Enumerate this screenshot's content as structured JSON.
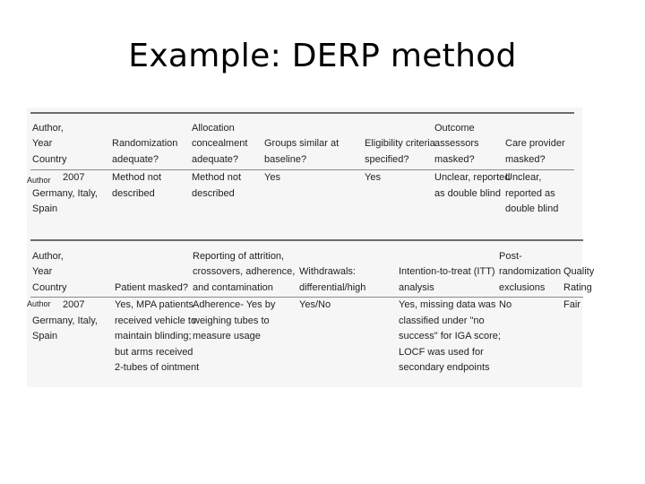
{
  "slide": {
    "title": "Example: DERP method"
  },
  "table1": {
    "headers": [
      [
        "Author,",
        "Year",
        "Country"
      ],
      [
        "Randomization",
        "adequate?"
      ],
      [
        "Allocation",
        "concealment",
        "adequate?"
      ],
      [
        "Groups similar at",
        "baseline?"
      ],
      [
        "Eligibility criteria",
        "specified?"
      ],
      [
        "Outcome",
        "assessors",
        "masked?"
      ],
      [
        "Care provider",
        "masked?"
      ]
    ],
    "row_label": "Author",
    "row": [
      [
        "2007",
        "Germany, Italy,",
        "Spain"
      ],
      [
        "Method not",
        "described"
      ],
      [
        "Method not",
        "described"
      ],
      [
        "Yes"
      ],
      [
        "Yes"
      ],
      [
        "Unclear, reported",
        "as double blind"
      ],
      [
        "Unclear,",
        "reported as",
        "double blind"
      ]
    ]
  },
  "table2": {
    "headers": [
      [
        "Author,",
        "Year",
        "Country"
      ],
      [
        "Patient masked?"
      ],
      [
        "Reporting of attrition,",
        "crossovers, adherence,",
        "and contamination"
      ],
      [
        "Withdrawals:",
        "differential/high"
      ],
      [
        "Intention-to-treat (ITT)",
        "analysis"
      ],
      [
        "Post-",
        "randomization",
        "exclusions"
      ],
      [
        "Quality",
        "Rating"
      ]
    ],
    "row_label": "Author",
    "row": [
      [
        "2007",
        "Germany, Italy,",
        "Spain"
      ],
      [
        "Yes, MPA patients",
        "received vehicle to",
        "maintain blinding;",
        "but arms received",
        "2-tubes of ointment"
      ],
      [
        "Adherence- Yes by",
        "weighing tubes to",
        "measure usage"
      ],
      [
        "Yes/No"
      ],
      [
        "Yes, missing data was",
        "classified under \"no",
        "success\" for IGA score;",
        "LOCF was used for",
        "secondary endpoints"
      ],
      [
        "No"
      ],
      [
        "Fair"
      ]
    ]
  }
}
